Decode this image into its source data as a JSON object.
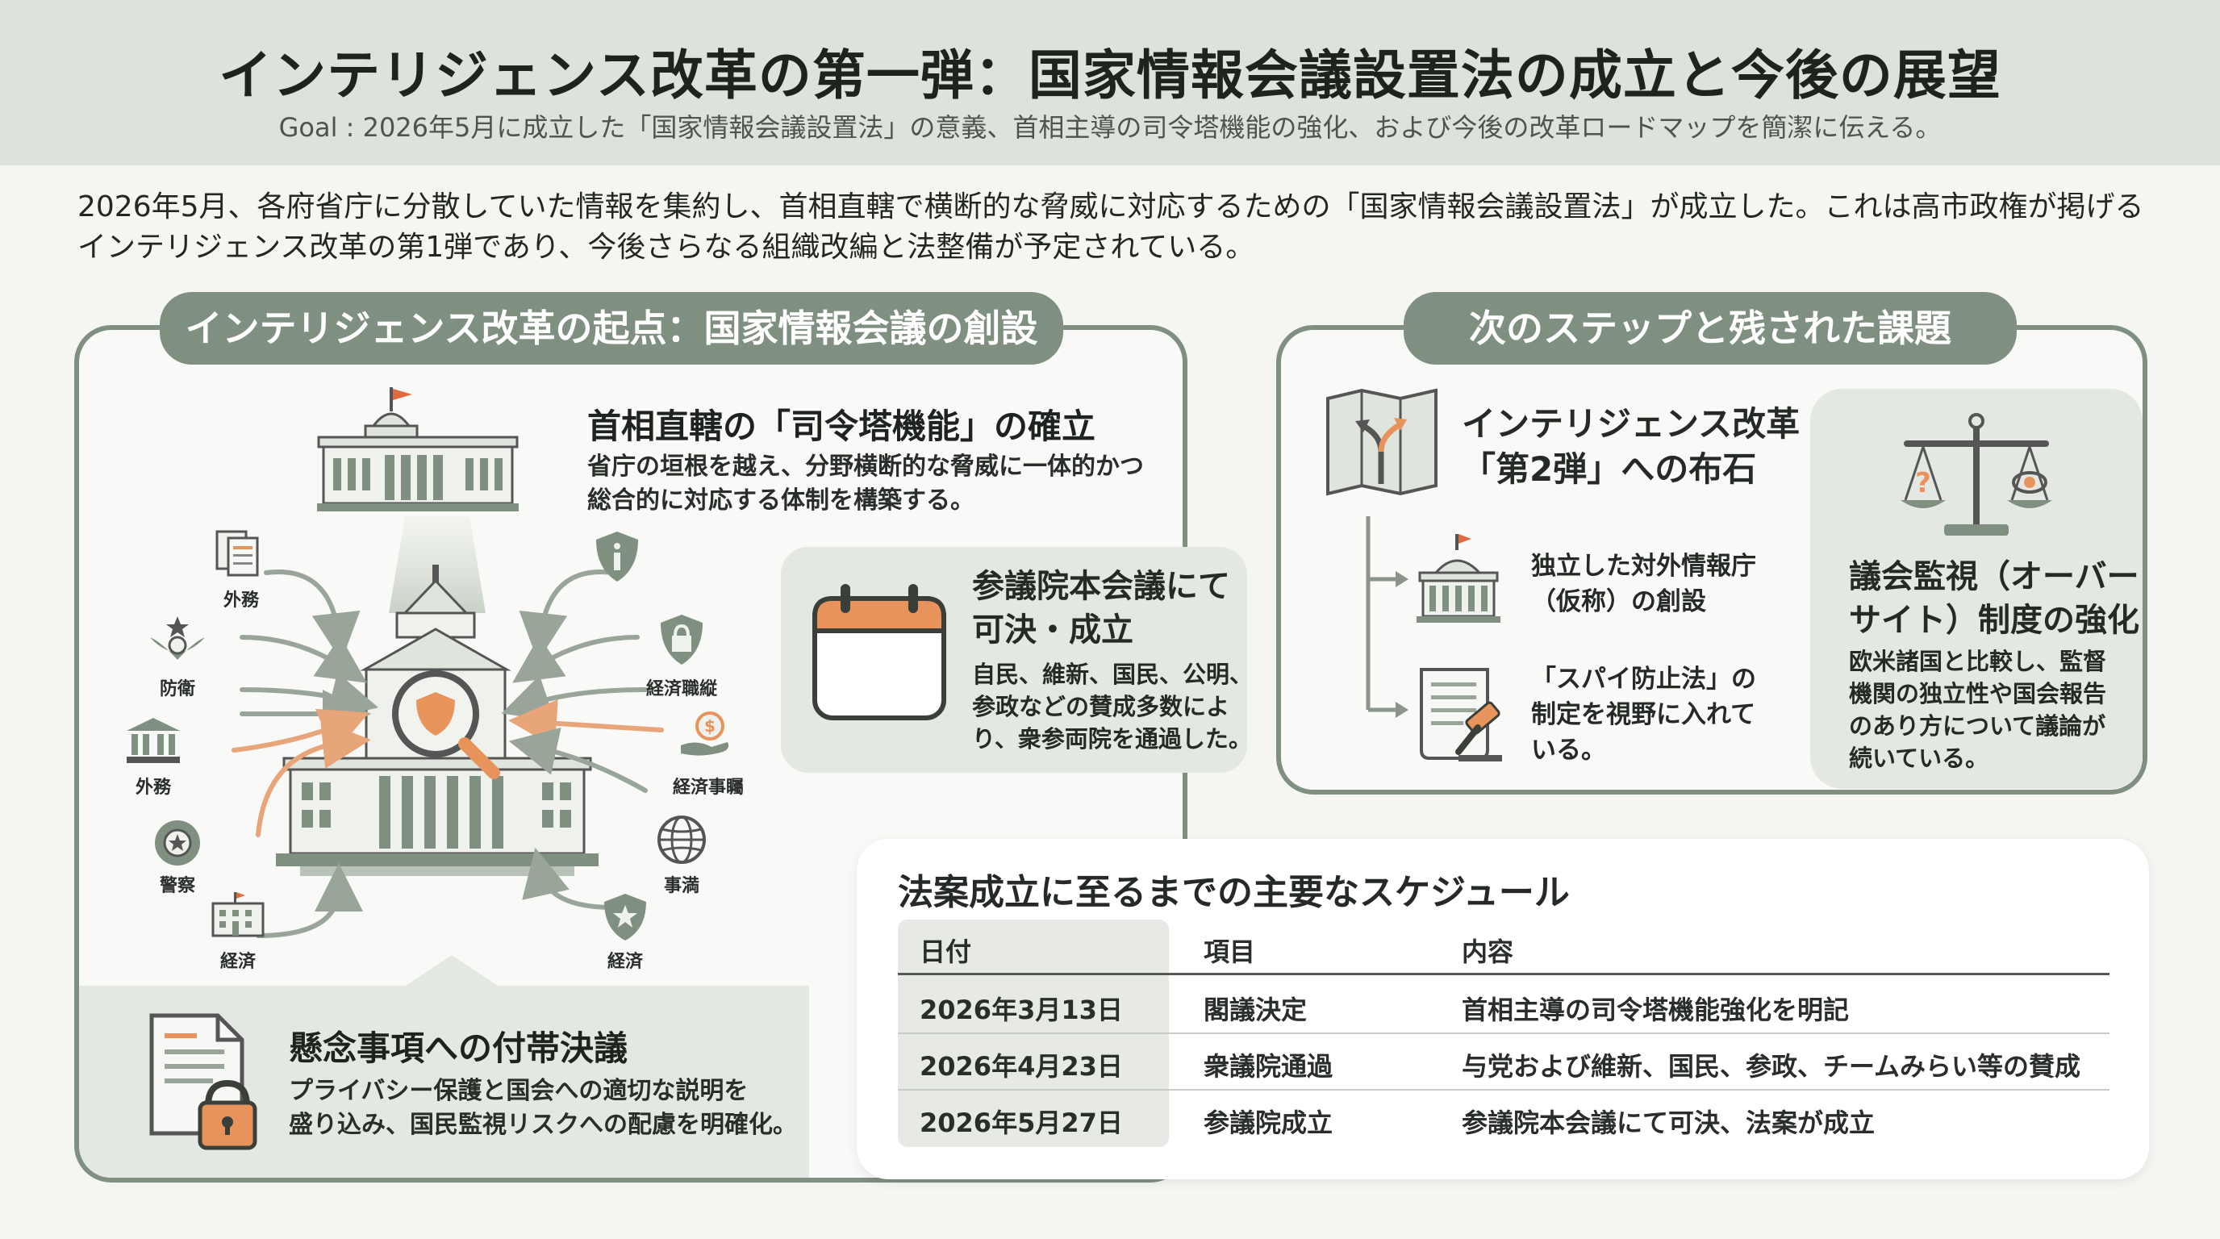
{
  "header": {
    "title": "インテリジェンス改革の第一弾：国家情報会議設置法の成立と今後の展望",
    "goal": "Goal : 2026年5月に成立した「国家情報会議設置法」の意義、首相主導の司令塔機能の強化、および今後の改革ロードマップを簡潔に伝える。"
  },
  "intro": {
    "line1": "2026年5月、各府省庁に分散していた情報を集約し、首相直轄で横断的な脅威に対応するための「国家情報会議設置法」が成立した。これは高市政権が掲げる",
    "line2": "インテリジェンス改革の第1弾であり、今後さらなる組織改編と法整備が予定されている。"
  },
  "left_panel": {
    "pill": "インテリジェンス改革の起点：国家情報会議の創設",
    "command": {
      "title": "首相直轄の「司令塔機能」の確立",
      "desc_line1": "省庁の垣根を越え、分野横断的な脅威に一体的かつ",
      "desc_line2": "総合的に対応する体制を構築する。"
    },
    "vote": {
      "title_line1": "参議院本会議にて",
      "title_line2": "可決・成立",
      "desc_line1": "自民、維新、国民、公明、",
      "desc_line2": "参政などの賛成多数によ",
      "desc_line3": "り、衆参両院を通過した。"
    },
    "resolution": {
      "title": "懸念事項への付帯決議",
      "desc_line1": "プライバシー保護と国会への適切な説明を",
      "desc_line2": "盛り込み、国民監視リスクへの配慮を明確化。"
    },
    "ministries": {
      "m1": "外務",
      "m2": "防衛",
      "m3": "外務",
      "m4": "警察",
      "m5": "経済",
      "m6": "経済職縦",
      "m7": "経済事矚",
      "m8": "事満",
      "m9": "経済"
    }
  },
  "right_panel": {
    "pill": "次のステップと残された課題",
    "reform": {
      "title_line1": "インテリジェンス改革",
      "title_line2": "「第2弾」への布石"
    },
    "step1": {
      "line1": "独立した対外情報庁",
      "line2": "（仮称）の創設"
    },
    "step2": {
      "line1": "「スパイ防止法」の",
      "line2": "制定を視野に入れて",
      "line3": "いる。"
    },
    "oversight": {
      "title_line1": "議会監視（オーバー",
      "title_line2": "サイト）制度の強化",
      "desc_line1": "欧米諸国と比較し、監督",
      "desc_line2": "機関の独立性や国会報告",
      "desc_line3": "のあり方について議論が",
      "desc_line4": "続いている。"
    }
  },
  "schedule": {
    "title": "法案成立に至るまでの主要なスケジュール",
    "headers": [
      "日付",
      "項目",
      "内容"
    ],
    "rows": [
      [
        "2026年3月13日",
        "閣議決定",
        "首相主導の司令塔機能強化を明記"
      ],
      [
        "2026年4月23日",
        "衆議院通過",
        "与党および維新、国民、参政、チームみらい等の賛成"
      ],
      [
        "2026年5月27日",
        "参議院成立",
        "参議院本会議にて可決、法案が成立"
      ]
    ]
  },
  "colors": {
    "accent_green": "#7f8f80",
    "accent_orange": "#e8935c",
    "header_bg": "#dde3da"
  }
}
